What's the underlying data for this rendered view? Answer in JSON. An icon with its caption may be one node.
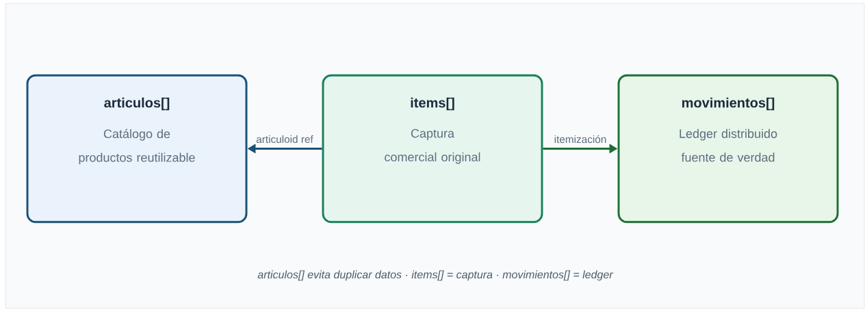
{
  "diagram": {
    "caption": "articulos[] evita duplicar datos · items[] = captura · movimientos[] = ledger",
    "nodes": [
      {
        "text": [
          "articulos[]",
          "Catálogo de productos reutilizable"
        ]
      },
      {
        "text": [
          "items[]",
          "Captura comercial original"
        ]
      },
      {
        "text": [
          "movimientos[]",
          "Ledger distribuido fuente de verdad"
        ]
      }
    ],
    "edges": [
      {
        "from": 1,
        "to": 0,
        "arrow": "to",
        "label": "articuloid ref",
        "color": "#1a5276"
      },
      {
        "from": 1,
        "to": 2,
        "arrow": "to",
        "label": "itemización",
        "color": "#1e6b36"
      }
    ]
  }
}
